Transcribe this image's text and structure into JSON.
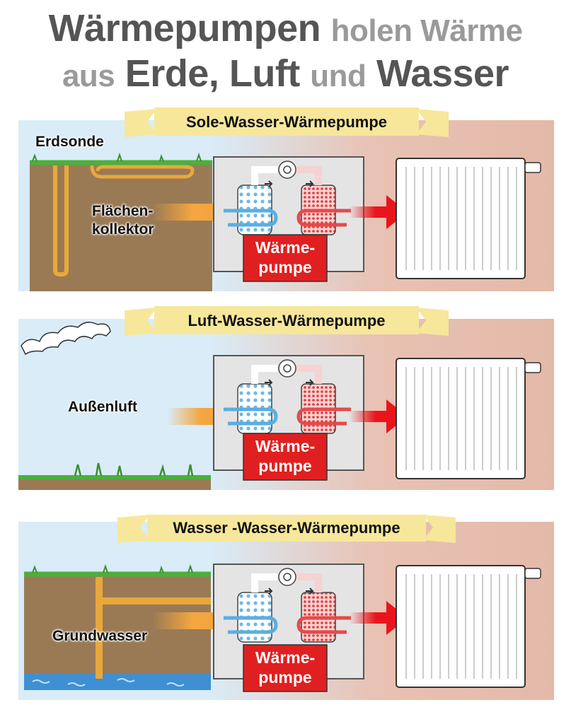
{
  "title": {
    "line1_dark": "Wärmepumpen",
    "line1_light": "holen Wärme",
    "line2_light_a": "aus",
    "line2_dark_a": "Erde, Luft",
    "line2_light_b": "und",
    "line2_dark_b": "Wasser"
  },
  "panels": [
    {
      "banner": "Sole-Wasser-Wärmepumpe",
      "labels": [
        "Erdsonde",
        "Flächen-",
        "kollektor"
      ],
      "pump_label_1": "Wärme-",
      "pump_label_2": "pumpe"
    },
    {
      "banner": "Luft-Wasser-Wärmepumpe",
      "labels": [
        "Außenluft"
      ],
      "pump_label_1": "Wärme-",
      "pump_label_2": "pumpe"
    },
    {
      "banner": "Wasser -Wasser-Wärmepumpe",
      "labels": [
        "Grundwasser"
      ],
      "pump_label_1": "Wärme-",
      "pump_label_2": "pumpe"
    }
  ],
  "colors": {
    "sky": "#d9ecf7",
    "warm": "#e8c2b4",
    "banner": "#f6e79b",
    "pump_red": "#e02020",
    "arrow_orange": "#f4a640",
    "arrow_red": "#e8161c",
    "cold_pipe": "#5aaee0",
    "hot_pipe": "#e54a4a",
    "soil": "#9a7a55",
    "grass": "#4caf3c",
    "water": "#3f8fd2"
  }
}
